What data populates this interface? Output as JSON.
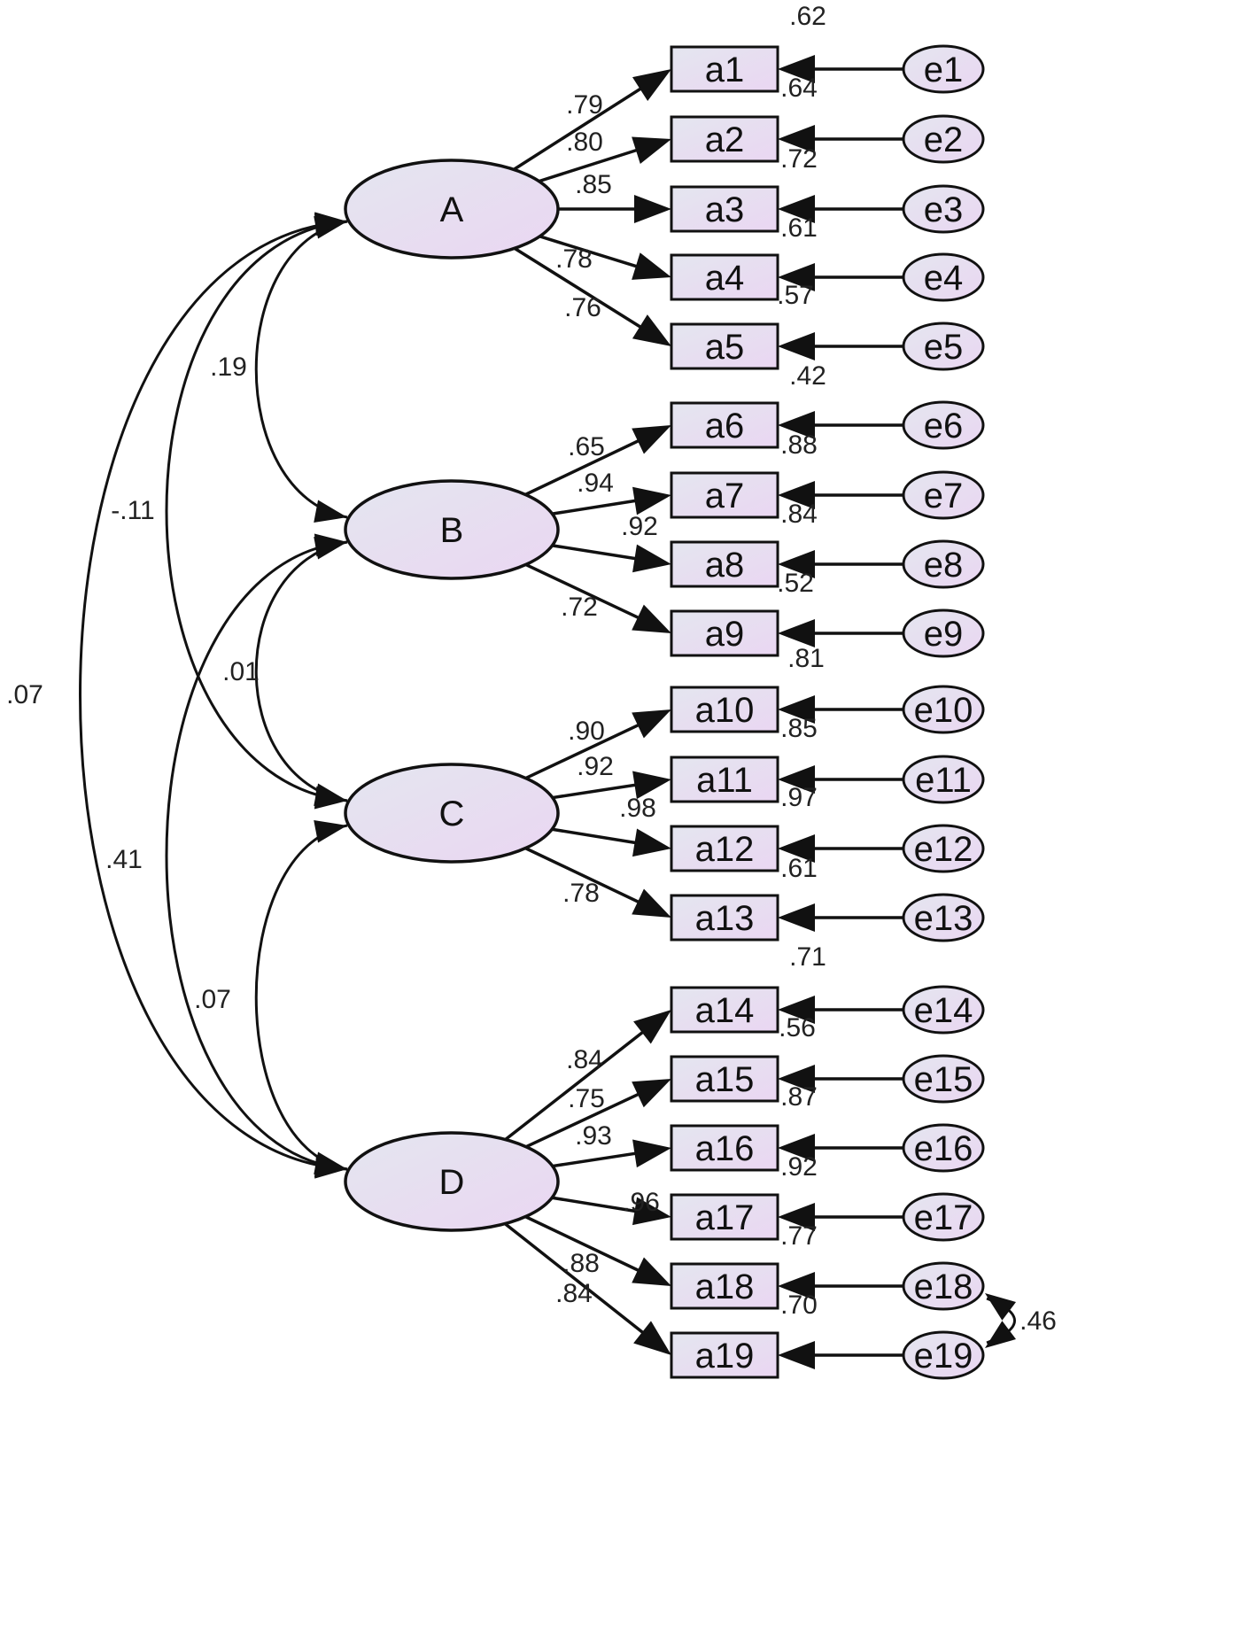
{
  "latent_factors": [
    {
      "id": "A",
      "label": "A"
    },
    {
      "id": "B",
      "label": "B"
    },
    {
      "id": "C",
      "label": "C"
    },
    {
      "id": "D",
      "label": "D"
    }
  ],
  "indicators": [
    {
      "label": "a1",
      "factor": "A",
      "loading": ".79",
      "error": "e1",
      "r2": ".62"
    },
    {
      "label": "a2",
      "factor": "A",
      "loading": ".80",
      "error": "e2",
      "r2": ".64"
    },
    {
      "label": "a3",
      "factor": "A",
      "loading": ".85",
      "error": "e3",
      "r2": ".72"
    },
    {
      "label": "a4",
      "factor": "A",
      "loading": ".78",
      "error": "e4",
      "r2": ".61"
    },
    {
      "label": "a5",
      "factor": "A",
      "loading": ".76",
      "error": "e5",
      "r2": ".57"
    },
    {
      "label": "a6",
      "factor": "B",
      "loading": ".65",
      "error": "e6",
      "r2": ".42"
    },
    {
      "label": "a7",
      "factor": "B",
      "loading": ".94",
      "error": "e7",
      "r2": ".88"
    },
    {
      "label": "a8",
      "factor": "B",
      "loading": ".92",
      "error": "e8",
      "r2": ".84"
    },
    {
      "label": "a9",
      "factor": "B",
      "loading": ".72",
      "error": "e9",
      "r2": ".52"
    },
    {
      "label": "a10",
      "factor": "C",
      "loading": ".90",
      "error": "e10",
      "r2": ".81"
    },
    {
      "label": "a11",
      "factor": "C",
      "loading": ".92",
      "error": "e11",
      "r2": ".85"
    },
    {
      "label": "a12",
      "factor": "C",
      "loading": ".98",
      "error": "e12",
      "r2": ".97"
    },
    {
      "label": "a13",
      "factor": "C",
      "loading": ".78",
      "error": "e13",
      "r2": ".61"
    },
    {
      "label": "a14",
      "factor": "D",
      "loading": ".84",
      "error": "e14",
      "r2": ".71"
    },
    {
      "label": "a15",
      "factor": "D",
      "loading": ".75",
      "error": "e15",
      "r2": ".56"
    },
    {
      "label": "a16",
      "factor": "D",
      "loading": ".93",
      "error": "e16",
      "r2": ".87"
    },
    {
      "label": "a17",
      "factor": "D",
      "loading": ".96",
      "error": "e17",
      "r2": ".92"
    },
    {
      "label": "a18",
      "factor": "D",
      "loading": ".88",
      "error": "e18",
      "r2": ".77"
    },
    {
      "label": "a19",
      "factor": "D",
      "loading": ".84",
      "error": "e19",
      "r2": ".70"
    }
  ],
  "factor_correlations": [
    {
      "from": "A",
      "to": "B",
      "value": ".19"
    },
    {
      "from": "A",
      "to": "C",
      "value": "-.11"
    },
    {
      "from": "A",
      "to": "D",
      "value": ".07"
    },
    {
      "from": "B",
      "to": "C",
      "value": ".01"
    },
    {
      "from": "B",
      "to": "D",
      "value": ".41"
    },
    {
      "from": "C",
      "to": "D",
      "value": ".07"
    }
  ],
  "error_correlations": [
    {
      "from": "e18",
      "to": "e19",
      "value": ".46"
    }
  ],
  "colors": {
    "stroke": "#111111",
    "fill_start": "#e4e6ef",
    "fill_end": "#ead6f2",
    "text": "#222222"
  }
}
